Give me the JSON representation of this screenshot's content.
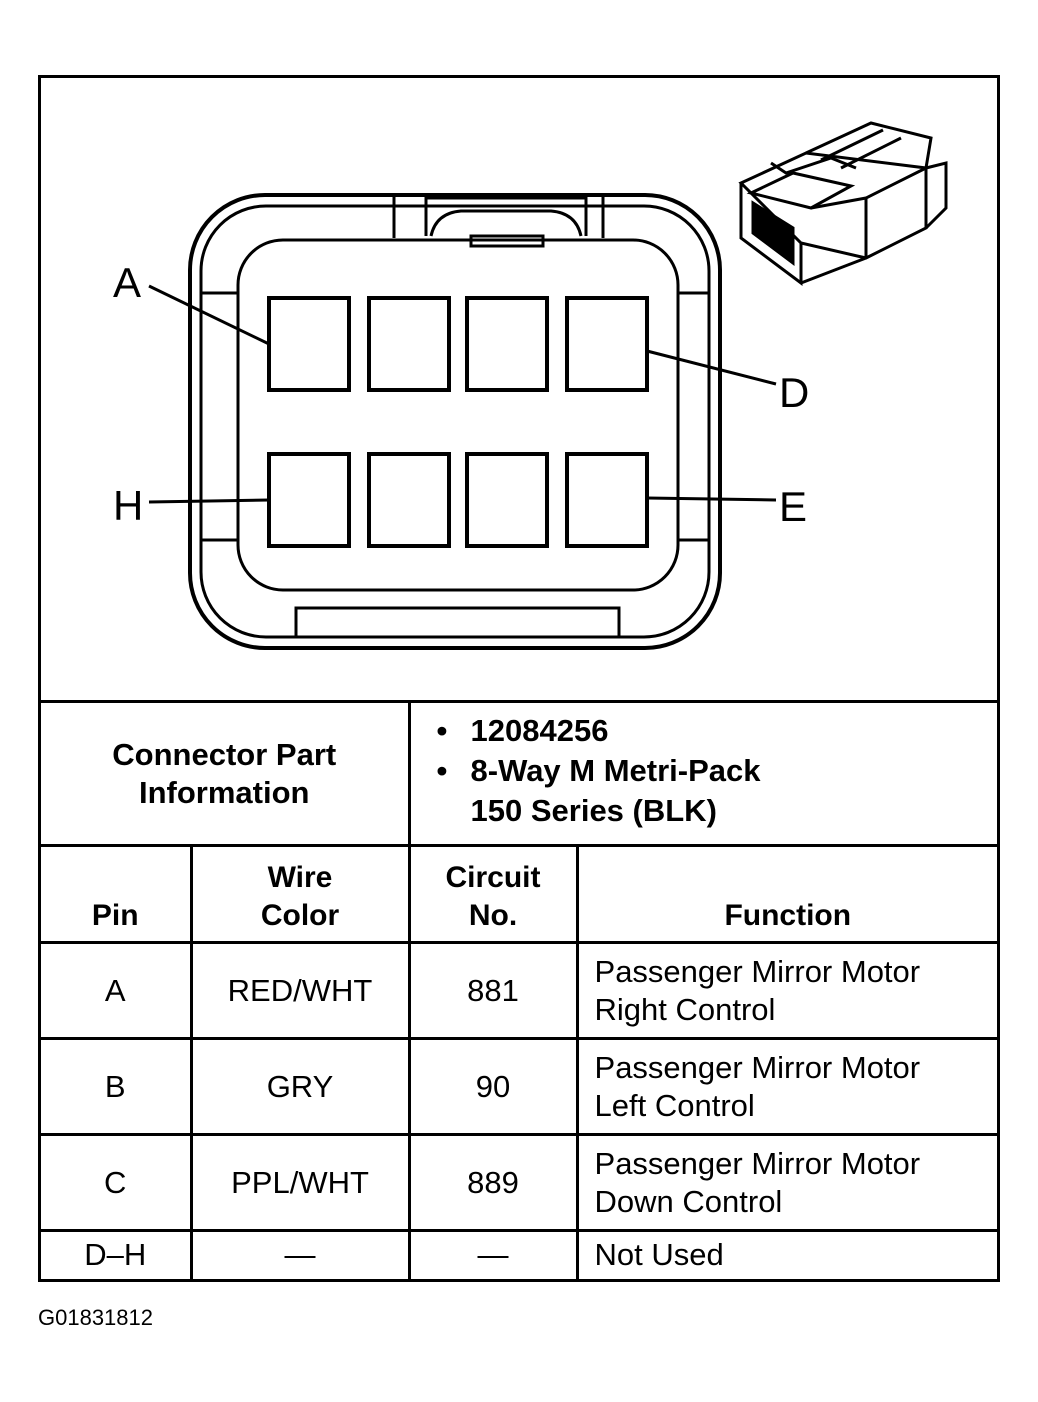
{
  "pin_labels": {
    "a": "A",
    "d": "D",
    "h": "H",
    "e": "E"
  },
  "part_info": {
    "label_line1": "Connector Part",
    "label_line2": "Information",
    "items": [
      "12084256",
      "8-Way M Metri-Pack",
      "150 Series (BLK)"
    ]
  },
  "table": {
    "headers": {
      "pin": "Pin",
      "wire_color_line1": "Wire",
      "wire_color_line2": "Color",
      "circuit_line1": "Circuit",
      "circuit_line2": "No.",
      "function": "Function"
    },
    "rows": [
      {
        "pin": "A",
        "wire_color": "RED/WHT",
        "circuit": "881",
        "function_line1": "Passenger Mirror Motor",
        "function_line2": "Right Control"
      },
      {
        "pin": "B",
        "wire_color": "GRY",
        "circuit": "90",
        "function_line1": "Passenger Mirror Motor",
        "function_line2": "Left Control"
      },
      {
        "pin": "C",
        "wire_color": "PPL/WHT",
        "circuit": "889",
        "function_line1": "Passenger Mirror Motor",
        "function_line2": "Down Control"
      },
      {
        "pin": "D–H",
        "wire_color": "—",
        "circuit": "—",
        "function_line1": "Not Used",
        "function_line2": ""
      }
    ]
  },
  "figure_id": "G01831812"
}
